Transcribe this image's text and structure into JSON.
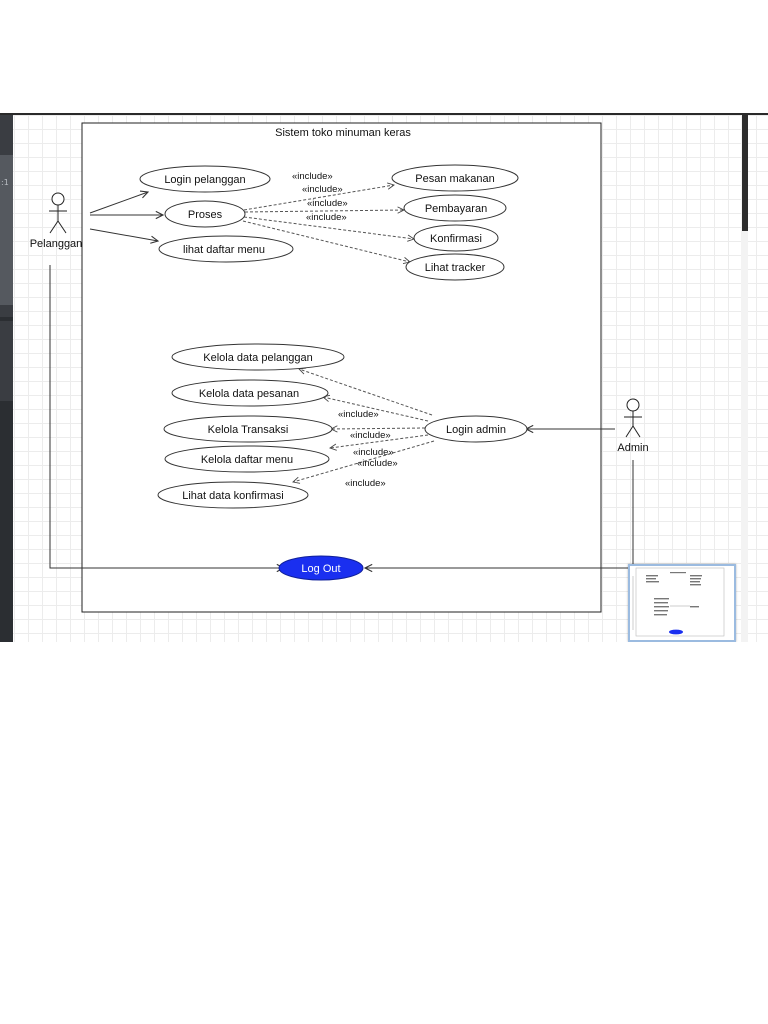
{
  "system": {
    "title": "Sistem toko minuman keras"
  },
  "actors": {
    "pelanggan": {
      "label": "Pelanggan"
    },
    "admin": {
      "label": "Admin"
    }
  },
  "use_cases": {
    "login_pelanggan": "Login pelanggan",
    "proses": "Proses",
    "lihat_daftar_menu": "lihat daftar menu",
    "pesan_makanan": "Pesan makanan",
    "pembayaran": "Pembayaran",
    "konfirmasi": "Konfirmasi",
    "lihat_tracker": "Lihat tracker",
    "kelola_data_pelanggan": "Kelola data pelanggan",
    "kelola_data_pesanan": "Kelola data pesanan",
    "kelola_transaksi": "Kelola Transaksi",
    "kelola_daftar_menu": "Kelola daftar menu",
    "lihat_data_konfirmasi": "Lihat data konfirmasi",
    "login_admin": "Login  admin",
    "log_out": "Log Out"
  },
  "stereotype": "«include»",
  "colors": {
    "logout_fill": "#1a2ff0",
    "logout_text": "#ffffff",
    "editor_panel": "#3a3d42",
    "grid": "#ececec"
  }
}
